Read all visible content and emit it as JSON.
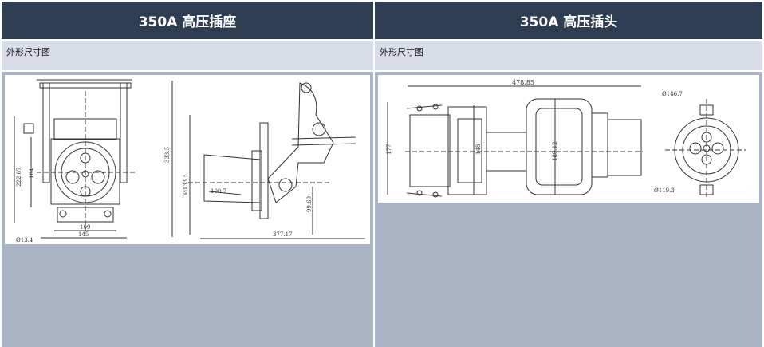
{
  "left": {
    "title": "350A 高压插座",
    "subtitle": "外形尺寸图",
    "dims": {
      "d1": "222.67",
      "d2": "184",
      "d3": "109",
      "d4": "145",
      "d5": "Ø13.4",
      "d6": "333.5",
      "d7": "Ø133.5",
      "d8": "100.7",
      "d9": "99.69",
      "d10": "377.17"
    }
  },
  "right": {
    "title": "350A 高压插头",
    "subtitle": "外形尺寸图",
    "dims": {
      "d1": "478.85",
      "d2": "177",
      "d3": "148",
      "d4": "189.12",
      "d5": "Ø146.7",
      "d6": "Ø119.3"
    }
  }
}
